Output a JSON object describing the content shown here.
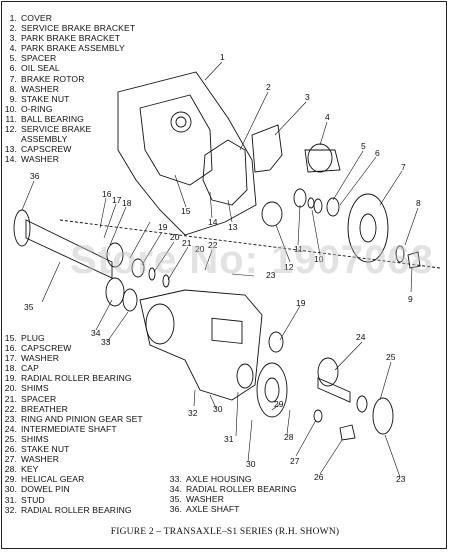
{
  "legend_top": [
    {
      "num": "1.",
      "text": "COVER"
    },
    {
      "num": "2.",
      "text": "SERVICE BRAKE BRACKET"
    },
    {
      "num": "3.",
      "text": "PARK BRAKE BRACKET"
    },
    {
      "num": "4.",
      "text": "PARK BRAKE ASSEMBLY"
    },
    {
      "num": "5.",
      "text": "SPACER"
    },
    {
      "num": "6.",
      "text": "OIL SEAL"
    },
    {
      "num": "7.",
      "text": "BRAKE ROTOR"
    },
    {
      "num": "8.",
      "text": "WASHER"
    },
    {
      "num": "9.",
      "text": "STAKE NUT"
    },
    {
      "num": "10.",
      "text": "O-RING"
    },
    {
      "num": "11.",
      "text": "BALL BEARING"
    },
    {
      "num": "12.",
      "text": "SERVICE BRAKE"
    },
    {
      "num": "",
      "text": "ASSEMBLY"
    },
    {
      "num": "13.",
      "text": "CAPSCREW"
    },
    {
      "num": "14.",
      "text": "WASHER"
    }
  ],
  "legend_bottom_left": [
    {
      "num": "15.",
      "text": "PLUG"
    },
    {
      "num": "16.",
      "text": "CAPSCREW"
    },
    {
      "num": "17.",
      "text": "WASHER"
    },
    {
      "num": "18.",
      "text": "CAP"
    },
    {
      "num": "19.",
      "text": "RADIAL ROLLER BEARING"
    },
    {
      "num": "20.",
      "text": "SHIMS"
    },
    {
      "num": "21.",
      "text": "SPACER"
    },
    {
      "num": "22.",
      "text": "BREATHER"
    },
    {
      "num": "23.",
      "text": "RING AND PINION GEAR SET"
    },
    {
      "num": "24.",
      "text": "INTERMEDIATE SHAFT"
    },
    {
      "num": "25.",
      "text": "SHIMS"
    },
    {
      "num": "26.",
      "text": "STAKE NUT"
    },
    {
      "num": "27.",
      "text": "WASHER"
    },
    {
      "num": "28.",
      "text": "KEY"
    },
    {
      "num": "29.",
      "text": "HELICAL GEAR"
    },
    {
      "num": "30.",
      "text": "DOWEL PIN"
    },
    {
      "num": "31.",
      "text": "STUD"
    },
    {
      "num": "32.",
      "text": "RADIAL ROLLER BEARING"
    }
  ],
  "legend_bottom_right": [
    {
      "num": "33.",
      "text": "AXLE HOUSING"
    },
    {
      "num": "34.",
      "text": "RADIAL ROLLER BEARING"
    },
    {
      "num": "35.",
      "text": "WASHER"
    },
    {
      "num": "36.",
      "text": "AXLE SHAFT"
    }
  ],
  "caption": "FIGURE 2 – TRANSAXLE–S1 SERIES (R.H. SHOWN)",
  "watermark": "Store No: 1907068",
  "callouts": {
    "c1": "1",
    "c2": "2",
    "c3": "3",
    "c4": "4",
    "c5": "5",
    "c6": "6",
    "c7": "7",
    "c8": "8",
    "c9": "9",
    "c10": "10",
    "c11": "11",
    "c12": "12",
    "c13": "13",
    "c14": "14",
    "c15": "15",
    "c16": "16",
    "c17": "17",
    "c18": "18",
    "c19a": "19",
    "c19b": "19",
    "c20a": "20",
    "c20b": "20",
    "c21": "21",
    "c22": "22",
    "c23a": "23",
    "c23b": "23",
    "c24": "24",
    "c25": "25",
    "c26": "26",
    "c27": "27",
    "c28": "28",
    "c29": "29",
    "c30a": "30",
    "c30b": "30",
    "c31": "31",
    "c32": "32",
    "c33": "33",
    "c34": "34",
    "c35": "35",
    "c36": "36"
  },
  "colors": {
    "ink": "#111111",
    "watermark": "#bebebe"
  }
}
